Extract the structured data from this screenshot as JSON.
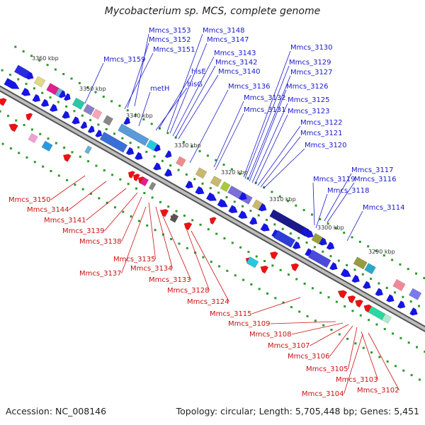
{
  "title": "Mycobacterium sp. MCS, complete genome",
  "footer": {
    "accession": "Accession: NC_008146",
    "summary": "Topology: circular; Length: 5,705,448 bp; Genes: 5,451"
  },
  "colors": {
    "forward_label": "#1a1acc",
    "reverse_label": "#cc1111",
    "forward_gene": "#1515e8",
    "reverse_gene": "#ee1111",
    "backbone": "#7a7a7a",
    "tick": "#2a9a2a"
  },
  "kbp_ticks": [
    "3360 kbp",
    "3350 kbp",
    "3340 kbp",
    "3330 kbp",
    "3320 kbp",
    "3310 kbp",
    "3300 kbp",
    "3290 kbp"
  ],
  "forward_labels": [
    "Mmcs_3153",
    "Mmcs_3148",
    "Mmcs_3152",
    "Mmcs_3147",
    "Mmcs_3151",
    "Mmcs_3159",
    "Mmcs_3143",
    "Mmcs_3142",
    "hisE",
    "Mmcs_3140",
    "hisG",
    "metH",
    "Mmcs_3130",
    "Mmcs_3129",
    "Mmcs_3127",
    "Mmcs_3136",
    "Mmcs_3126",
    "Mmcs_3132",
    "Mmcs_3125",
    "Mmcs_3131",
    "Mmcs_3123",
    "Mmcs_3122",
    "Mmcs_3121",
    "Mmcs_3120",
    "Mmcs_3117",
    "Mmcs_3119",
    "Mmcs_3116",
    "Mmcs_3118",
    "Mmcs_3114"
  ],
  "reverse_labels": [
    "Mmcs_3150",
    "Mmcs_3144",
    "Mmcs_3141",
    "Mmcs_3139",
    "Mmcs_3138",
    "Mmcs_3135",
    "Mmcs_3137",
    "Mmcs_3134",
    "Mmcs_3133",
    "Mmcs_3128",
    "Mmcs_3124",
    "Mmcs_3115",
    "Mmcs_3109",
    "Mmcs_3108",
    "Mmcs_3107",
    "Mmcs_3106",
    "Mmcs_3105",
    "Mmcs_3103",
    "Mmcs_3102",
    "Mmcs_3104"
  ]
}
